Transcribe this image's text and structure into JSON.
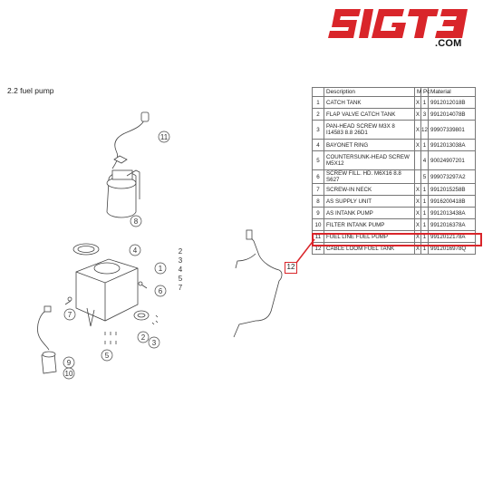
{
  "logo": {
    "text": "SIGT3",
    "suffix": ".COM",
    "brand_color": "#d9252a"
  },
  "section_title": "2.2  fuel pump",
  "callout": {
    "number": "12",
    "color": "#d9252a"
  },
  "diagram_numbers": [
    "11",
    "8",
    "4",
    "2",
    "3",
    "4",
    "5",
    "7",
    "1",
    "6",
    "7",
    "2",
    "3",
    "5",
    "9",
    "10"
  ],
  "table": {
    "headers": {
      "pos": "",
      "description": "Description",
      "m": "M",
      "pc": "Pc",
      "material": "Material"
    },
    "rows": [
      {
        "pos": "1",
        "description": "CATCH TANK",
        "m": "X",
        "pc": "1",
        "material": "9912012018B"
      },
      {
        "pos": "2",
        "description": "FLAP VALVE CATCH TANK",
        "m": "X",
        "pc": "3",
        "material": "9912014078B"
      },
      {
        "pos": "3",
        "description": "PAN-HEAD SCREW M3X 8 I14583 8.8 26D1",
        "m": "X",
        "pc": "12",
        "material": "99907339801"
      },
      {
        "pos": "4",
        "description": "BAYONET RING",
        "m": "X",
        "pc": "1",
        "material": "9912013038A"
      },
      {
        "pos": "5",
        "description": "COUNTERSUNK-HEAD SCREW M5X12",
        "m": "",
        "pc": "4",
        "material": "90024907201"
      },
      {
        "pos": "6",
        "description": "SCREW FILL. HD. M6X16 8.8 S627",
        "m": "",
        "pc": "5",
        "material": "999073297A2"
      },
      {
        "pos": "7",
        "description": "SCREW-IN NECK",
        "m": "X",
        "pc": "1",
        "material": "9912015258B"
      },
      {
        "pos": "8",
        "description": "AS SUPPLY UNIT",
        "m": "X",
        "pc": "1",
        "material": "9916200418B"
      },
      {
        "pos": "9",
        "description": "AS INTANK PUMP",
        "m": "X",
        "pc": "1",
        "material": "9912013438A"
      },
      {
        "pos": "10",
        "description": "FILTER INTANK PUMP",
        "m": "X",
        "pc": "1",
        "material": "9912016378A"
      },
      {
        "pos": "11",
        "description": "FUEL LINE FUEL PUMP",
        "m": "X",
        "pc": "1",
        "material": "9912012178A"
      },
      {
        "pos": "12",
        "description": "CABLE LOOM FUEL TANK",
        "m": "X",
        "pc": "1",
        "material": "9912016978Q"
      }
    ]
  }
}
